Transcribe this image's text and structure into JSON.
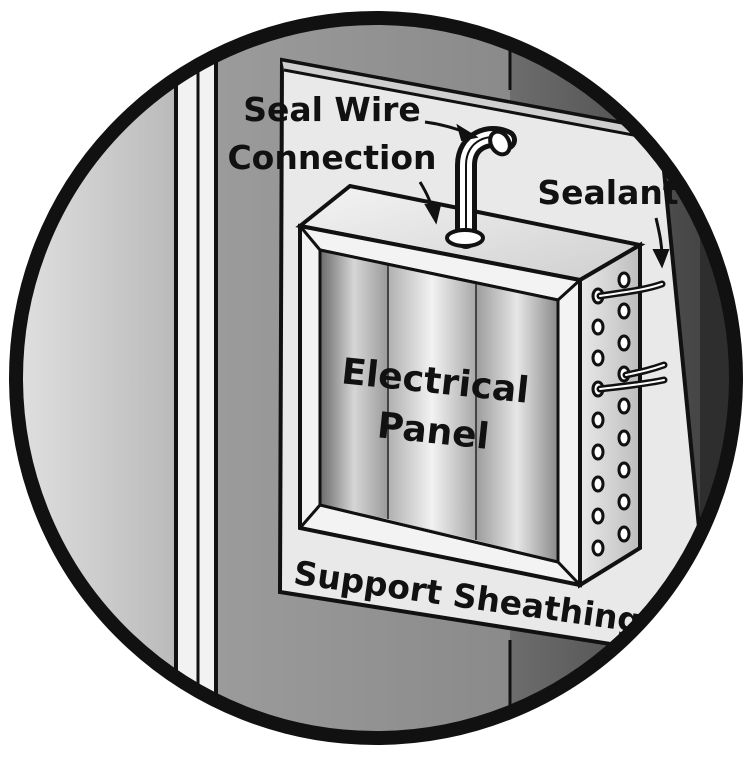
{
  "labels": {
    "seal_wire_line1": "Seal Wire",
    "seal_wire_line2": "Connection",
    "sealant": "Sealant",
    "panel_line1": "Electrical",
    "panel_line2": "Panel",
    "support": "Support Sheathing"
  },
  "colors": {
    "outline": "#111111",
    "sheathing": "#e8e8e8",
    "wall_left": "#d2d2d2",
    "wall_mid": "#8f8f8f",
    "wall_dark": "#555555"
  }
}
